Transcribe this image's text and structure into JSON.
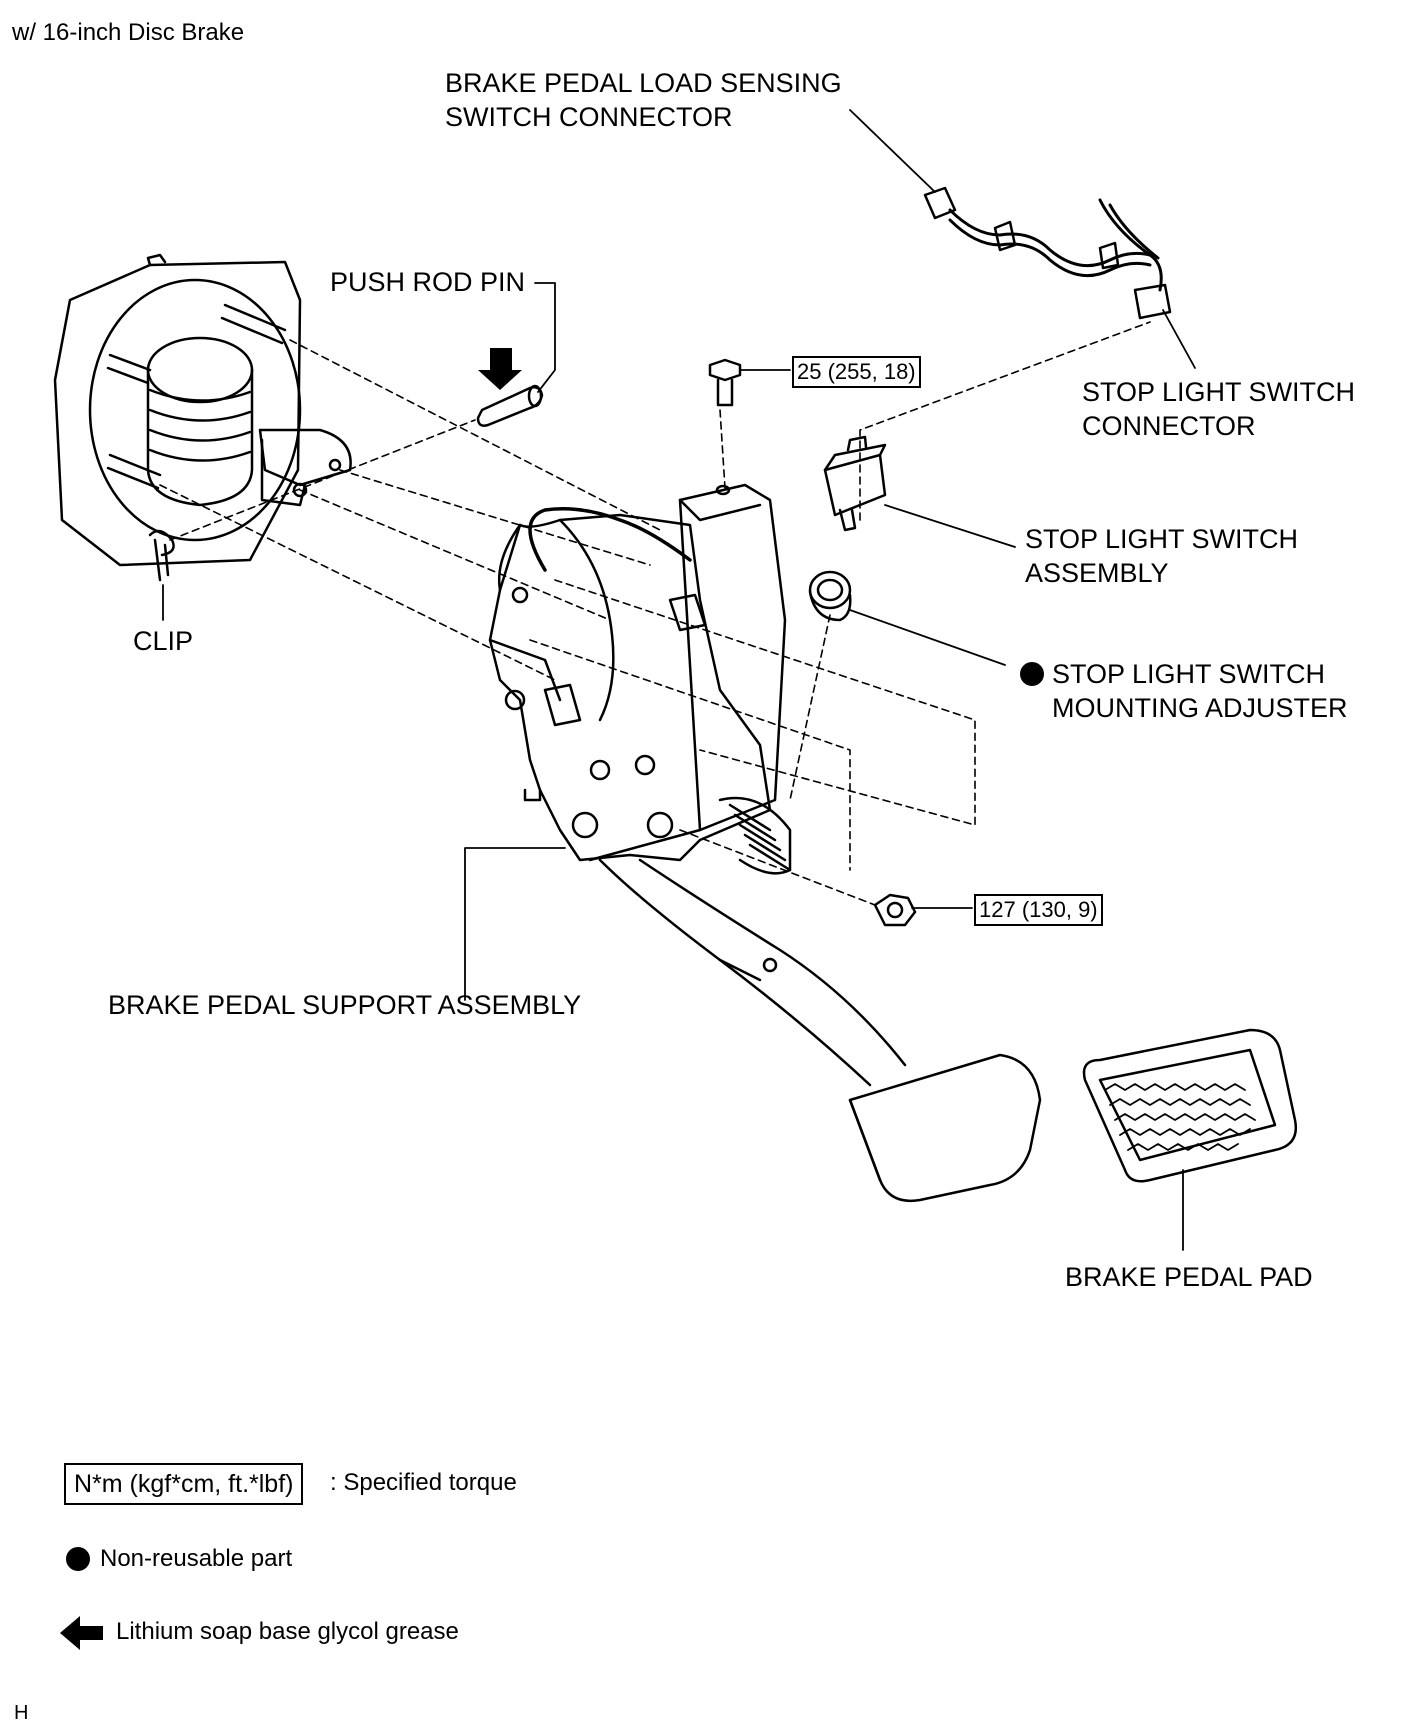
{
  "header": {
    "variant": "w/ 16-inch Disc Brake"
  },
  "labels": {
    "load_sensing_connector": [
      "BRAKE PEDAL LOAD SENSING",
      "SWITCH CONNECTOR"
    ],
    "push_rod_pin": "PUSH ROD PIN",
    "stop_light_switch_connector": [
      "STOP LIGHT SWITCH",
      "CONNECTOR"
    ],
    "stop_light_switch_assembly": [
      "STOP LIGHT SWITCH",
      "ASSEMBLY"
    ],
    "mounting_adjuster": [
      "STOP LIGHT SWITCH",
      "MOUNTING ADJUSTER"
    ],
    "clip": "CLIP",
    "support_assembly": "BRAKE PEDAL SUPPORT ASSEMBLY",
    "pedal_pad": "BRAKE PEDAL PAD"
  },
  "torques": {
    "bolt": "25 (255, 18)",
    "nut": "127 (130, 9)"
  },
  "legend": {
    "torque_units": "N*m (kgf*cm, ft.*lbf)",
    "torque_desc": ": Specified torque",
    "non_reusable": "Non-reusable part",
    "grease": "Lithium soap base glycol grease"
  },
  "footer": {
    "code": "H"
  }
}
